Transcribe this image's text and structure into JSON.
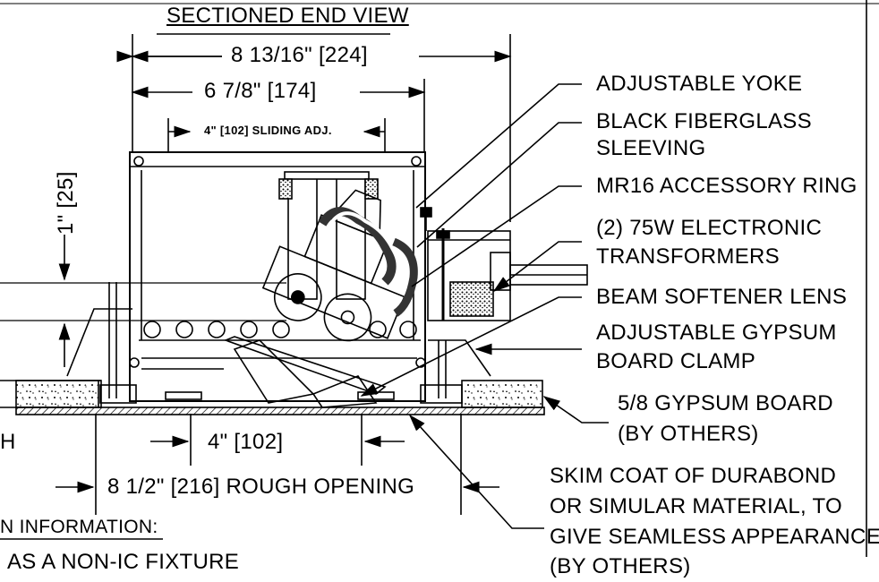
{
  "title": "SECTIONED END VIEW",
  "dimensions": {
    "overall_width": "8 13/16\" [224]",
    "housing_width": "6 7/8\" [174]",
    "sliding_adj": "4\" [102] SLIDING ADJ.",
    "depth": "1\" [25]",
    "aperture": "4\" [102]",
    "rough_opening": "8 1/2\" [216] ROUGH OPENING"
  },
  "callouts": [
    "ADJUSTABLE YOKE",
    "BLACK FIBERGLASS",
    "SLEEVING",
    "MR16 ACCESSORY RING",
    "(2) 75W ELECTRONIC",
    "TRANSFORMERS",
    "BEAM SOFTENER LENS",
    "ADJUSTABLE GYPSUM",
    "BOARD CLAMP",
    "5/8 GYPSUM BOARD",
    "(BY OTHERS)",
    "SKIM COAT OF DURABOND",
    "OR SIMULAR MATERIAL, TO",
    "GIVE SEAMLESS APPEARANCE",
    "(BY OTHERS)"
  ],
  "left_fragments": {
    "letter": "H",
    "info_title": "N INFORMATION:",
    "info_line": "AS A NON-IC FIXTURE"
  }
}
